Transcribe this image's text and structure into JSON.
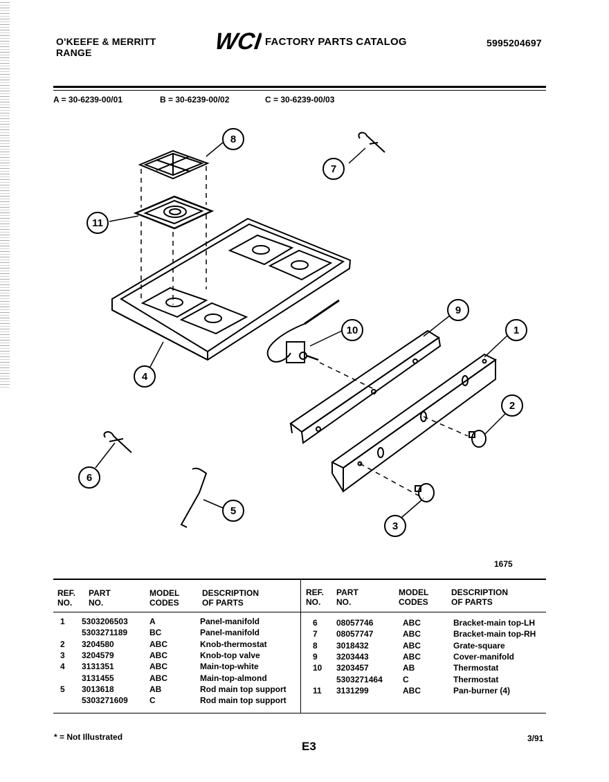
{
  "header": {
    "brand_line1": "O'KEEFE & MERRITT",
    "brand_line2": "RANGE",
    "logo_text": "WCI",
    "catalog_title": "FACTORY PARTS CATALOG",
    "catalog_number": "5995204697"
  },
  "models": {
    "a": "A = 30-6239-00/01",
    "b": "B = 30-6239-00/02",
    "c": "C = 30-6239-00/03"
  },
  "diagram": {
    "figure_number": "1675",
    "callouts": [
      "8",
      "7",
      "11",
      "9",
      "10",
      "1",
      "4",
      "2",
      "6",
      "5",
      "3"
    ]
  },
  "table": {
    "headers": {
      "ref": "REF.\nNO.",
      "part": "PART\nNO.",
      "model": "MODEL\nCODES",
      "desc": "DESCRIPTION\nOF PARTS"
    },
    "left_rows": [
      {
        "ref": "1",
        "part": "5303206503",
        "model": "A",
        "desc": "Panel-manifold"
      },
      {
        "ref": "",
        "part": "5303271189",
        "model": "BC",
        "desc": "Panel-manifold"
      },
      {
        "ref": "2",
        "part": "3204580",
        "model": "ABC",
        "desc": "Knob-thermostat"
      },
      {
        "ref": "3",
        "part": "3204579",
        "model": "ABC",
        "desc": "Knob-top valve"
      },
      {
        "ref": "4",
        "part": "3131351",
        "model": "ABC",
        "desc": "Main-top-white"
      },
      {
        "ref": "",
        "part": "3131455",
        "model": "ABC",
        "desc": "Main-top-almond"
      },
      {
        "ref": "5",
        "part": "3013618",
        "model": "AB",
        "desc": "Rod main top support"
      },
      {
        "ref": "",
        "part": "5303271609",
        "model": "C",
        "desc": "Rod main top support"
      }
    ],
    "right_rows": [
      {
        "ref": "6",
        "part": "08057746",
        "model": "ABC",
        "desc": "Bracket-main top-LH"
      },
      {
        "ref": "7",
        "part": "08057747",
        "model": "ABC",
        "desc": "Bracket-main top-RH"
      },
      {
        "ref": "8",
        "part": "3018432",
        "model": "ABC",
        "desc": "Grate-square"
      },
      {
        "ref": "9",
        "part": "3203443",
        "model": "ABC",
        "desc": "Cover-manifold"
      },
      {
        "ref": "10",
        "part": "3203457",
        "model": "AB",
        "desc": "Thermostat"
      },
      {
        "ref": "",
        "part": "5303271464",
        "model": "C",
        "desc": "Thermostat"
      },
      {
        "ref": "11",
        "part": "3131299",
        "model": "ABC",
        "desc": "Pan-burner (4)"
      }
    ]
  },
  "footer": {
    "note": "* = Not Illustrated",
    "page": "E3",
    "date": "3/91"
  }
}
